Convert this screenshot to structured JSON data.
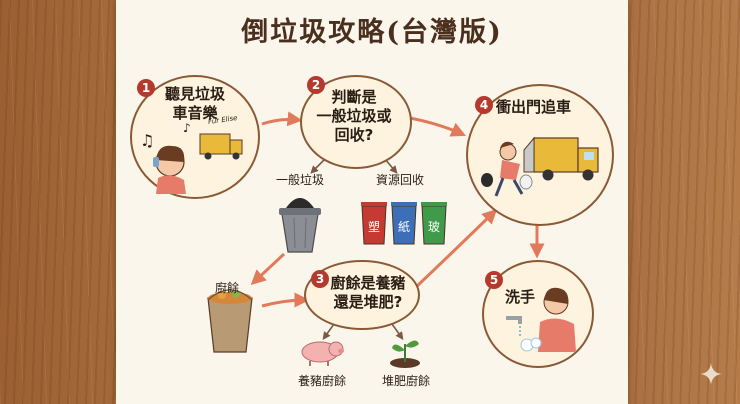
{
  "title": "倒垃圾攻略(台灣版)",
  "steps": [
    {
      "num": "1",
      "text": "聽見垃圾\n車音樂",
      "music": "Für Elise"
    },
    {
      "num": "2",
      "text": "判斷是\n一般垃圾或\n回收?"
    },
    {
      "num": "3",
      "text": "廚餘是養豬\n還是堆肥?"
    },
    {
      "num": "4",
      "text": "衝出門追車"
    },
    {
      "num": "5",
      "text": "洗手"
    }
  ],
  "labels": {
    "general": "一般垃圾",
    "recycle": "資源回收",
    "food": "廚餘",
    "pig": "養豬廚餘",
    "compost": "堆肥廚餘"
  },
  "bins": [
    {
      "label": "塑",
      "color": "#c63a34"
    },
    {
      "label": "紙",
      "color": "#3d6fb8"
    },
    {
      "label": "玻",
      "color": "#3f9a4a"
    }
  ],
  "colors": {
    "arrow": "#e07a5a",
    "badge": "#b5392d",
    "truck": "#e9b93a"
  }
}
